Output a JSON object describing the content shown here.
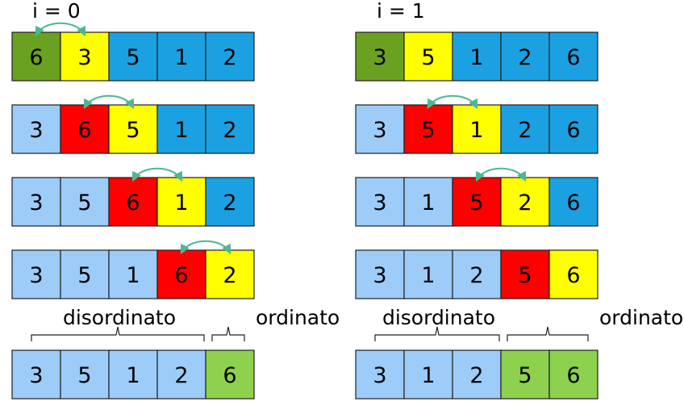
{
  "colors": {
    "pivot": "#6aa121",
    "current": "#ff0000",
    "compare": "#ffff00",
    "unsorted": "#1ba1e2",
    "processed": "#9dccf8",
    "sorted": "#8dd14e",
    "arrow": "#4cb892",
    "border": "#1f1f1f"
  },
  "passes": [
    {
      "title": "i = 0",
      "rows": [
        {
          "values": [
            "6",
            "3",
            "5",
            "1",
            "2"
          ],
          "states": [
            "pivot",
            "compare",
            "unsorted",
            "unsorted",
            "unsorted"
          ],
          "swap": [
            0,
            1
          ]
        },
        {
          "values": [
            "3",
            "6",
            "5",
            "1",
            "2"
          ],
          "states": [
            "processed",
            "current",
            "compare",
            "unsorted",
            "unsorted"
          ],
          "swap": [
            1,
            2
          ]
        },
        {
          "values": [
            "3",
            "5",
            "6",
            "1",
            "2"
          ],
          "states": [
            "processed",
            "processed",
            "current",
            "compare",
            "unsorted"
          ],
          "swap": [
            2,
            3
          ]
        },
        {
          "values": [
            "3",
            "5",
            "1",
            "6",
            "2"
          ],
          "states": [
            "processed",
            "processed",
            "processed",
            "current",
            "compare"
          ],
          "swap": [
            3,
            4
          ]
        }
      ],
      "result": {
        "values": [
          "3",
          "5",
          "1",
          "2",
          "6"
        ],
        "states": [
          "processed",
          "processed",
          "processed",
          "processed",
          "sorted"
        ]
      },
      "unsorted_label": "disordinato",
      "sorted_label": "ordinato"
    },
    {
      "title": "i = 1",
      "rows": [
        {
          "values": [
            "3",
            "5",
            "1",
            "2",
            "6"
          ],
          "states": [
            "pivot",
            "compare",
            "unsorted",
            "unsorted",
            "unsorted"
          ],
          "swap": null
        },
        {
          "values": [
            "3",
            "5",
            "1",
            "2",
            "6"
          ],
          "states": [
            "processed",
            "current",
            "compare",
            "unsorted",
            "unsorted"
          ],
          "swap": [
            1,
            2
          ]
        },
        {
          "values": [
            "3",
            "1",
            "5",
            "2",
            "6"
          ],
          "states": [
            "processed",
            "processed",
            "current",
            "compare",
            "unsorted"
          ],
          "swap": [
            2,
            3
          ]
        },
        {
          "values": [
            "3",
            "1",
            "2",
            "5",
            "6"
          ],
          "states": [
            "processed",
            "processed",
            "processed",
            "current",
            "compare"
          ],
          "swap": null
        }
      ],
      "result": {
        "values": [
          "3",
          "1",
          "2",
          "5",
          "6"
        ],
        "states": [
          "processed",
          "processed",
          "processed",
          "sorted",
          "sorted"
        ]
      },
      "unsorted_label": "disordinato",
      "sorted_label": "ordinato"
    }
  ]
}
